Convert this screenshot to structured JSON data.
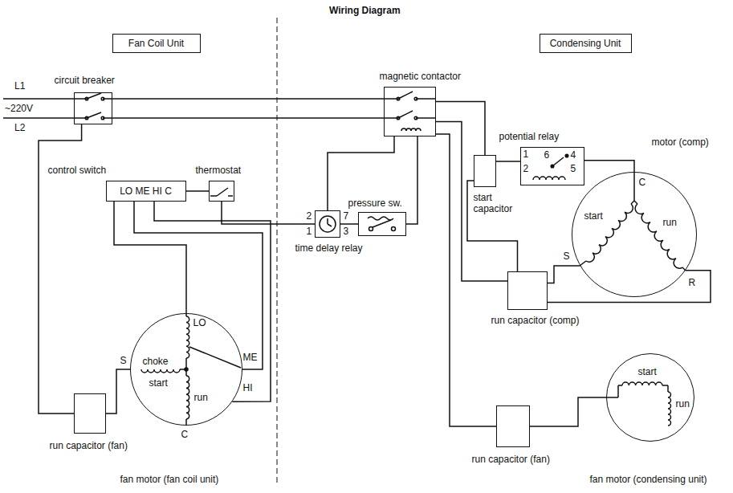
{
  "diagram": {
    "title": "Wiring Diagram",
    "nodes": [
      {
        "text": [
          "Fan Coil Unit"
        ]
      },
      {
        "text": [
          "Condensing Unit"
        ]
      },
      {
        "text": [
          "circuit breaker"
        ]
      },
      {
        "text": [
          "control switch",
          "LO ME HI C"
        ]
      },
      {
        "text": [
          "thermostat"
        ]
      },
      {
        "text": [
          "magnetic contactor"
        ]
      },
      {
        "text": [
          "potential relay",
          "1",
          "6",
          "4",
          "2",
          "5"
        ]
      },
      {
        "text": [
          "start capacitor"
        ]
      },
      {
        "text": [
          "2",
          "7",
          "1",
          "3",
          "time delay relay"
        ]
      },
      {
        "text": [
          "pressure sw."
        ]
      },
      {
        "text": [
          "motor (comp)",
          "C",
          "start",
          "run",
          "S",
          "R"
        ]
      },
      {
        "text": [
          "run capacitor (comp)"
        ]
      },
      {
        "text": [
          "LO",
          "ME",
          "HI",
          "choke",
          "S",
          "start",
          "run",
          "C",
          "fan motor (fan coil unit)"
        ]
      },
      {
        "text": [
          "run capacitor (fan)"
        ]
      },
      {
        "text": [
          "run capacitor (fan)"
        ]
      },
      {
        "text": [
          "start",
          "run",
          "fan motor (condensing unit)"
        ]
      }
    ],
    "edges": [
      {
        "from": 2,
        "to": 5,
        "arrow": "none"
      },
      {
        "from": 2,
        "to": 5,
        "arrow": "none"
      },
      {
        "from": 2,
        "to": 13,
        "arrow": "none"
      },
      {
        "from": 3,
        "to": 12,
        "arrow": "none"
      },
      {
        "from": 3,
        "to": 12,
        "arrow": "none"
      },
      {
        "from": 3,
        "to": 12,
        "arrow": "none"
      },
      {
        "from": 3,
        "to": 4,
        "arrow": "none"
      },
      {
        "from": 4,
        "to": 8,
        "arrow": "none"
      },
      {
        "from": 8,
        "to": 9,
        "arrow": "none"
      },
      {
        "from": 9,
        "to": 5,
        "arrow": "none"
      },
      {
        "from": 5,
        "to": 8,
        "arrow": "none"
      },
      {
        "from": 5,
        "to": 7,
        "arrow": "none"
      },
      {
        "from": 7,
        "to": 6,
        "arrow": "none"
      },
      {
        "from": 6,
        "to": 10,
        "arrow": "none"
      },
      {
        "from": 11,
        "to": 10,
        "arrow": "none"
      },
      {
        "from": 11,
        "to": 10,
        "arrow": "none"
      },
      {
        "from": 5,
        "to": 11,
        "arrow": "none"
      },
      {
        "from": 7,
        "to": 11,
        "arrow": "none"
      },
      {
        "from": 5,
        "to": 14,
        "arrow": "none"
      },
      {
        "from": 14,
        "to": 15,
        "arrow": "none"
      },
      {
        "from": 13,
        "to": 12,
        "arrow": "none"
      }
    ],
    "labels": [
      "L1",
      "~220V",
      "L2"
    ]
  }
}
